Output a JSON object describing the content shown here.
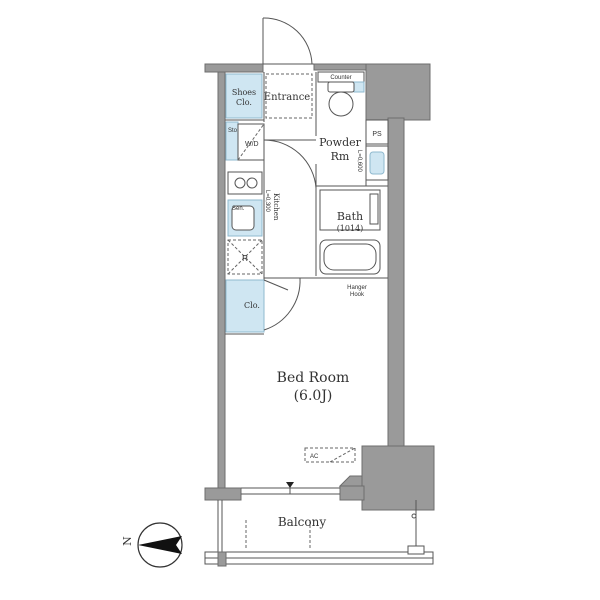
{
  "labels": {
    "shoes_clo_1": "Shoes",
    "shoes_clo_2": "Clo.",
    "entrance": "Entrance",
    "counter": "Counter",
    "ps": "PS",
    "sto": "Sto.",
    "wd": "W/D",
    "powder_rm_1": "Powder",
    "powder_rm_2": "Rm",
    "l_dim_small": "L=0,600",
    "l_dim_kitchen": "L=0,300",
    "kitchen": "Kitchen",
    "bath": "Bath",
    "bath_size": "(1014)",
    "sen": "Sen.",
    "r": "R",
    "hanger_hook_1": "Hanger",
    "hanger_hook_2": "Hook",
    "clo": "Clo.",
    "bedroom_1": "Bed Room",
    "bedroom_2": "(6.0J)",
    "ac": "AC",
    "balcony": "Balcony",
    "north": "N"
  },
  "colors": {
    "wall": "#9a9a9a",
    "storage_fill": "#cfe6f2",
    "line": "#555555"
  },
  "icons": {
    "compass": "north-arrow-icon"
  }
}
